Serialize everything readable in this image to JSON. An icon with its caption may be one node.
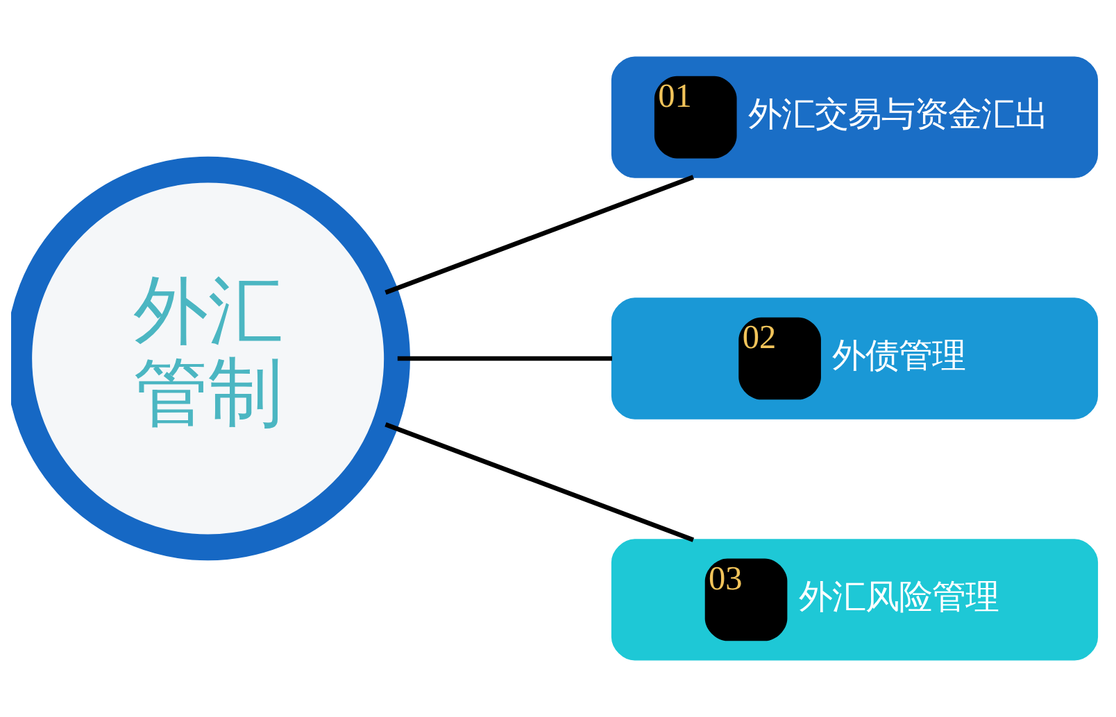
{
  "diagram": {
    "nodes": [
      {
        "text": [
          "外汇管制"
        ]
      },
      {
        "text": [
          "01",
          "外汇交易与资金汇出"
        ]
      },
      {
        "text": [
          "02",
          "外债管理"
        ]
      },
      {
        "text": [
          "03",
          "外汇风险管理"
        ]
      }
    ],
    "edges": [
      {
        "from": 0,
        "to": 1,
        "arrow": "none"
      },
      {
        "from": 0,
        "to": 2,
        "arrow": "none"
      },
      {
        "from": 0,
        "to": 3,
        "arrow": "none"
      }
    ]
  }
}
